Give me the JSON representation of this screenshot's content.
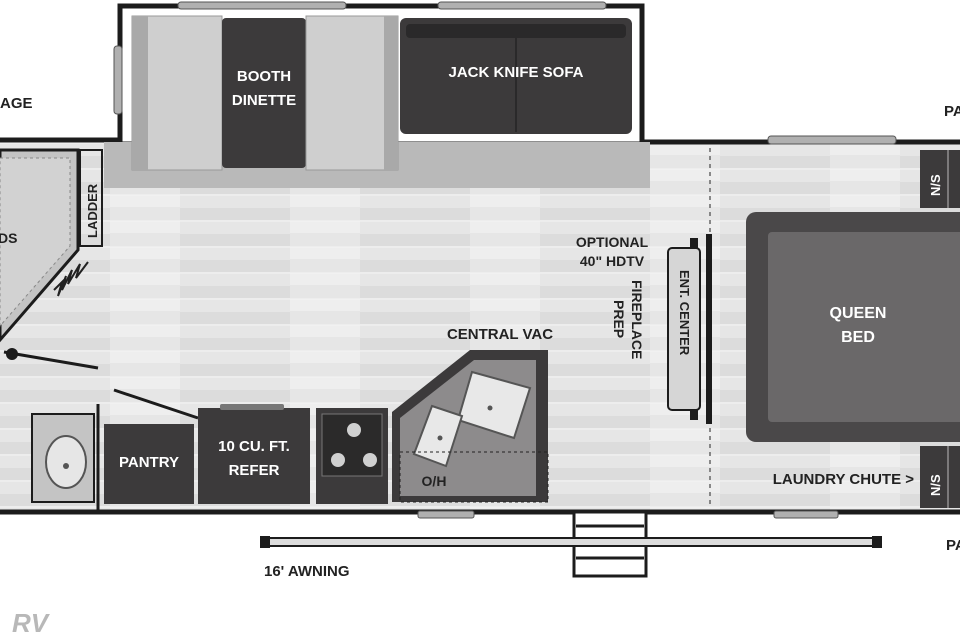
{
  "labels": {
    "storage_partial": "AGE",
    "booth_dinette_line1": "BOOTH",
    "booth_dinette_line2": "DINETTE",
    "jack_knife_sofa": "JACK KNIFE SOFA",
    "pass_partial_top": "PA",
    "ladder": "LADDER",
    "beds_partial": "DS",
    "optional_tv_line1": "OPTIONAL",
    "optional_tv_line2": "40\" HDTV",
    "fireplace_line1": "FIREPLACE",
    "fireplace_line2": "PREP",
    "ent_center": "ENT. CENTER",
    "queen_bed_line1": "QUEEN",
    "queen_bed_line2": "BED",
    "ns_top": "N/S",
    "ns_bottom": "N/S",
    "central_vac": "CENTRAL VAC",
    "pantry": "PANTRY",
    "refer_line1": "10 CU. FT.",
    "refer_line2": "REFER",
    "oh": "O/H",
    "laundry_chute": "LAUNDRY CHUTE >",
    "awning": "16' AWNING",
    "pass_partial_bottom": "PA",
    "watermark": "RV"
  },
  "colors": {
    "wall": "#1c1c1c",
    "floor": "#e4e4e4",
    "dark_furniture": "#3c3a3b",
    "light_furniture": "#c8c8c8",
    "slide_out": "#b9b9b9",
    "bed": "#4a4849",
    "bed_inner": "#6a6869"
  },
  "icons": [
    "sink-icon",
    "stove-burner-icon",
    "double-sink-icon",
    "door-swing-icon",
    "spring-icon",
    "entry-steps-icon"
  ]
}
